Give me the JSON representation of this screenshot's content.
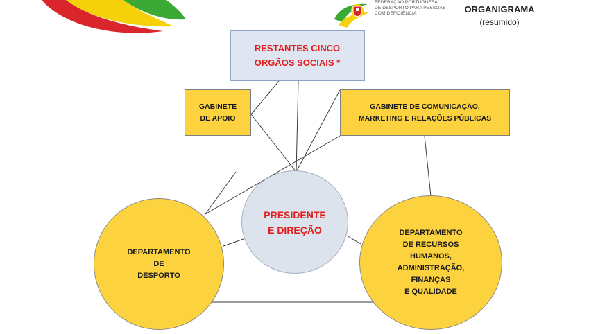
{
  "header": {
    "federation_name_lines": [
      "FEDERAÇÃO PORTUGUESA",
      "DE DESPORTO PARA PESSOAS",
      "COM DEFICIÊNCIA"
    ],
    "title": "ORGANIGRAMA",
    "subtitle": "(resumido)"
  },
  "diagram": {
    "top_box": {
      "lines": [
        "RESTANTES CINCO",
        "ORGÃOS SOCIAIS *"
      ]
    },
    "gabinete_apoio": {
      "lines": [
        "GABINETE",
        "DE APOIO"
      ]
    },
    "gabinete_comunicacao": {
      "lines": [
        "GABINETE DE COMUNICAÇÃO,",
        "MARKETING E RELAÇÕES PÚBLICAS"
      ]
    },
    "presidente": {
      "lines": [
        "PRESIDENTE",
        "E DIREÇÃO"
      ]
    },
    "departamento_desporto": {
      "lines": [
        "DEPARTAMENTO",
        "DE",
        "DESPORTO"
      ]
    },
    "departamento_recursos": {
      "lines": [
        "DEPARTAMENTO",
        "DE RECURSOS",
        "HUMANOS,",
        "ADMINISTRAÇÃO,",
        "FINANÇAS",
        "E QUALIDADE"
      ]
    }
  },
  "colors": {
    "yellow": "#fdd23f",
    "light_blue_box": "#dfe6f2",
    "circle_grey": "#dde3ec",
    "red_text": "#e11a1a",
    "brand_green": "#3aa935",
    "brand_red": "#d9252b",
    "brand_yellow": "#f5d10a"
  }
}
